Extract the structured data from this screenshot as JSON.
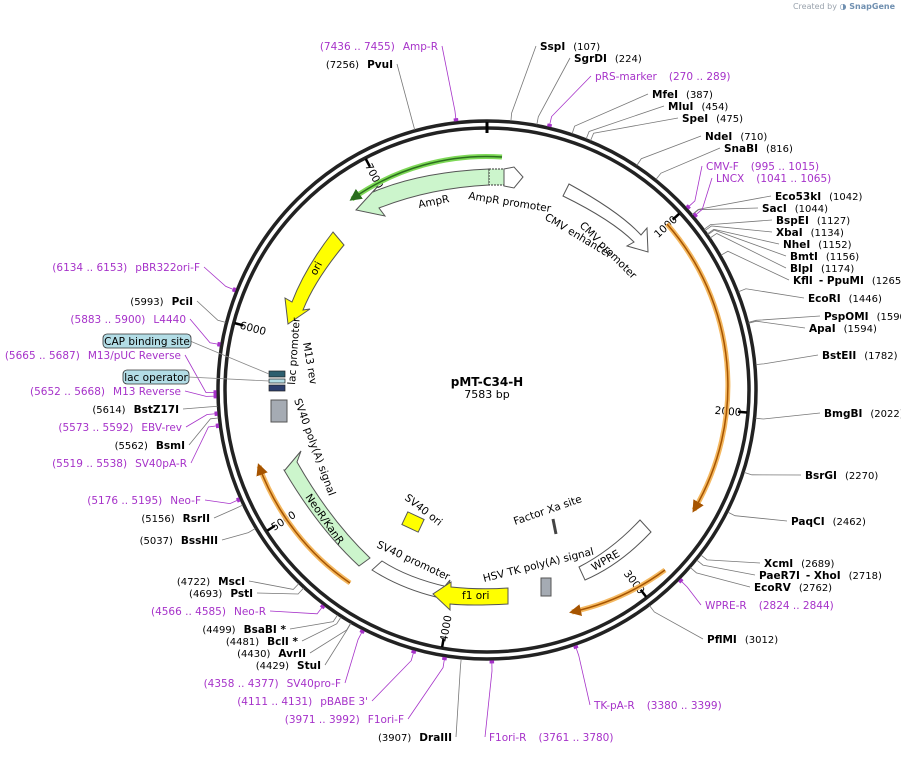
{
  "credit": {
    "prefix": "Created by",
    "brand": "SnapGene"
  },
  "plasmid": {
    "name": "pMT-C34-H",
    "length": "7583 bp",
    "total_bp": 7583
  },
  "ruler": [
    {
      "bp": 1000,
      "label": "1000"
    },
    {
      "bp": 2000,
      "label": "2000"
    },
    {
      "bp": 3000,
      "label": "3000"
    },
    {
      "bp": 4000,
      "label": "4000"
    },
    {
      "bp": 5000,
      "label": "5000"
    },
    {
      "bp": 6000,
      "label": "6000"
    },
    {
      "bp": 7000,
      "label": "7000"
    }
  ],
  "sites": [
    {
      "name": "SspI",
      "pos": "(107)",
      "bp": 107
    },
    {
      "name": "SgrDI",
      "pos": "(224)",
      "bp": 224
    },
    {
      "name": "MfeI",
      "pos": "(387)",
      "bp": 387
    },
    {
      "name": "MluI",
      "pos": "(454)",
      "bp": 454
    },
    {
      "name": "SpeI",
      "pos": "(475)",
      "bp": 475
    },
    {
      "name": "NdeI",
      "pos": "(710)",
      "bp": 710
    },
    {
      "name": "SnaBI",
      "pos": "(816)",
      "bp": 816
    },
    {
      "name": "Eco53kI",
      "pos": "(1042)",
      "bp": 1042
    },
    {
      "name": "SacI",
      "pos": "(1044)",
      "bp": 1044
    },
    {
      "name": "BspEI",
      "pos": "(1127)",
      "bp": 1127
    },
    {
      "name": "XbaI",
      "pos": "(1134)",
      "bp": 1134
    },
    {
      "name": "NheI",
      "pos": "(1152)",
      "bp": 1152
    },
    {
      "name": "BmtI",
      "pos": "(1156)",
      "bp": 1156
    },
    {
      "name": "BlpI",
      "pos": "(1174)",
      "bp": 1174
    },
    {
      "name": "KflI",
      "name2": "- PpuMI",
      "pos": "(1265)",
      "bp": 1265
    },
    {
      "name": "EcoRI",
      "pos": "(1446)",
      "bp": 1446
    },
    {
      "name": "PspOMI",
      "pos": "(1590)",
      "bp": 1590
    },
    {
      "name": "ApaI",
      "pos": "(1594)",
      "bp": 1594
    },
    {
      "name": "BstEII",
      "pos": "(1782)",
      "bp": 1782
    },
    {
      "name": "BmgBI",
      "pos": "(2022)",
      "bp": 2022
    },
    {
      "name": "BsrGI",
      "pos": "(2270)",
      "bp": 2270
    },
    {
      "name": "PaqCI",
      "pos": "(2462)",
      "bp": 2462
    },
    {
      "name": "XcmI",
      "pos": "(2689)",
      "bp": 2689
    },
    {
      "name": "PaeR7I",
      "name2": "- XhoI",
      "pos": "(2718)",
      "bp": 2718
    },
    {
      "name": "EcoRV",
      "pos": "(2762)",
      "bp": 2762
    },
    {
      "name": "PflMI",
      "pos": "(3012)",
      "bp": 3012
    },
    {
      "name": "DraIII",
      "pos": "(3907)",
      "bp": 3907
    },
    {
      "name": "StuI",
      "pos": "(4429)",
      "bp": 4429
    },
    {
      "name": "AvrII",
      "pos": "(4430)",
      "bp": 4430
    },
    {
      "name": "BclI *",
      "pos": "(4481)",
      "bp": 4481
    },
    {
      "name": "BsaBI *",
      "pos": "(4499)",
      "bp": 4499
    },
    {
      "name": "PstI",
      "pos": "(4693)",
      "bp": 4693
    },
    {
      "name": "MscI",
      "pos": "(4722)",
      "bp": 4722
    },
    {
      "name": "BssHII",
      "pos": "(5037)",
      "bp": 5037
    },
    {
      "name": "RsrII",
      "pos": "(5156)",
      "bp": 5156
    },
    {
      "name": "BsmI",
      "pos": "(5562)",
      "bp": 5562
    },
    {
      "name": "BstZ17I",
      "pos": "(5614)",
      "bp": 5614
    },
    {
      "name": "PciI",
      "pos": "(5993)",
      "bp": 5993
    },
    {
      "name": "PvuI",
      "pos": "(7256)",
      "bp": 7256
    }
  ],
  "primers": [
    {
      "name": "pRS-marker",
      "pos": "(270 .. 289)",
      "bp": 280
    },
    {
      "name": "CMV-F",
      "pos": "(995 .. 1015)",
      "bp": 1005
    },
    {
      "name": "LNCX",
      "pos": "(1041 .. 1065)",
      "bp": 1053
    },
    {
      "name": "WPRE-R",
      "pos": "(2824 .. 2844)",
      "bp": 2834
    },
    {
      "name": "TK-pA-R",
      "pos": "(3380 .. 3399)",
      "bp": 3390
    },
    {
      "name": "F1ori-R",
      "pos": "(3761 .. 3780)",
      "bp": 3770
    },
    {
      "name": "F1ori-F",
      "pos": "(3971 .. 3992)",
      "bp": 3981
    },
    {
      "name": "pBABE 3'",
      "pos": "(4111 .. 4131)",
      "bp": 4121
    },
    {
      "name": "SV40pro-F",
      "pos": "(4358 .. 4377)",
      "bp": 4367
    },
    {
      "name": "Neo-R",
      "pos": "(4566 .. 4585)",
      "bp": 4575
    },
    {
      "name": "Neo-F",
      "pos": "(5176 .. 5195)",
      "bp": 5185
    },
    {
      "name": "SV40pA-R",
      "pos": "(5519 .. 5538)",
      "bp": 5528
    },
    {
      "name": "EBV-rev",
      "pos": "(5573 .. 5592)",
      "bp": 5582
    },
    {
      "name": "M13 Reverse",
      "pos": "(5652 .. 5668)",
      "bp": 5660
    },
    {
      "name": "M13/pUC Reverse",
      "pos": "(5665 .. 5687)",
      "bp": 5676
    },
    {
      "name": "L4440",
      "pos": "(5883 .. 5900)",
      "bp": 5891
    },
    {
      "name": "pBR322ori-F",
      "pos": "(6134 .. 6153)",
      "bp": 6143
    },
    {
      "name": "Amp-R",
      "pos": "(7436 .. 7455)",
      "bp": 7445
    }
  ],
  "boxed_features": [
    {
      "name": "CAP binding site"
    },
    {
      "name": "lac operator"
    }
  ],
  "features": [
    {
      "name": "AmpR promoter"
    },
    {
      "name": "AmpR"
    },
    {
      "name": "CMV enhancer"
    },
    {
      "name": "CMV promoter"
    },
    {
      "name": "ori"
    },
    {
      "name": "lac promoter"
    },
    {
      "name": "M13 rev"
    },
    {
      "name": "SV40 poly(A) signal"
    },
    {
      "name": "NeoR/KanR"
    },
    {
      "name": "SV40 ori"
    },
    {
      "name": "SV40 promoter"
    },
    {
      "name": "f1 ori"
    },
    {
      "name": "HSV TK poly(A) signal"
    },
    {
      "name": "WPRE"
    },
    {
      "name": "Factor Xa site"
    }
  ],
  "colors": {
    "primer": "#a632c9",
    "ampr_fill": "#ccf5cc",
    "neor_fill": "#ccf5cc",
    "ori_fill": "#ffff00",
    "orf_highlight": "#f4b860",
    "orf_arrow": "#a65400",
    "feature_outline": "#555555",
    "lac_box": "#b3dde6"
  }
}
